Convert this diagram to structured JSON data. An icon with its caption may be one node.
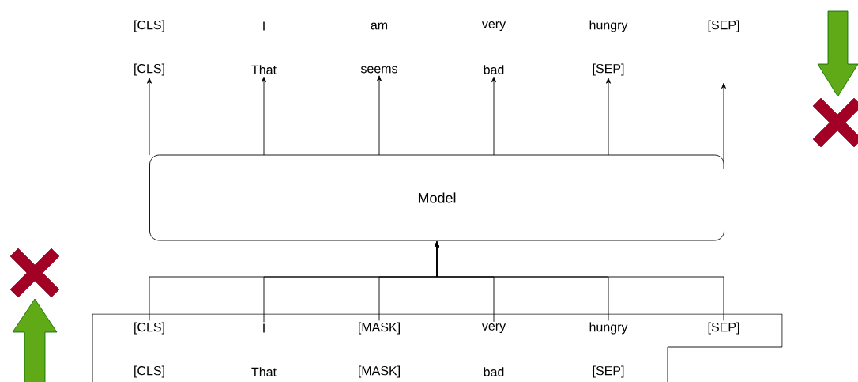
{
  "diagram": {
    "nodes": [
      {
        "text": [
          "Model"
        ]
      },
      {
        "text": [
          "[CLS]"
        ]
      },
      {
        "text": [
          "I"
        ]
      },
      {
        "text": [
          "[MASK]"
        ]
      },
      {
        "text": [
          "very"
        ]
      },
      {
        "text": [
          "hungry"
        ]
      },
      {
        "text": [
          "[SEP]"
        ]
      },
      {
        "text": [
          "[CLS]"
        ]
      },
      {
        "text": [
          "That"
        ]
      },
      {
        "text": [
          "seems"
        ]
      },
      {
        "text": [
          "bad"
        ]
      },
      {
        "text": [
          "[SEP]"
        ]
      }
    ],
    "edges": [
      {
        "from": 0,
        "to": 7,
        "arrow": "to"
      },
      {
        "from": 0,
        "to": 8,
        "arrow": "to"
      },
      {
        "from": 0,
        "to": 9,
        "arrow": "to"
      },
      {
        "from": 0,
        "to": 10,
        "arrow": "to"
      },
      {
        "from": 0,
        "to": 11,
        "arrow": "to"
      },
      {
        "from": 0,
        "to": null,
        "arrow": "to"
      },
      {
        "from": 1,
        "to": 0,
        "arrow": "to"
      },
      {
        "from": 2,
        "to": 0,
        "arrow": "to"
      },
      {
        "from": 3,
        "to": 0,
        "arrow": "to"
      },
      {
        "from": 4,
        "to": 0,
        "arrow": "to"
      },
      {
        "from": 5,
        "to": 0,
        "arrow": "to"
      },
      {
        "from": 6,
        "to": 0,
        "arrow": "to"
      }
    ],
    "labels": [
      "[CLS]",
      "I",
      "am",
      "very",
      "hungry",
      "[SEP]",
      "[CLS]",
      "That",
      "[MASK]",
      "bad",
      "[SEP]"
    ]
  }
}
